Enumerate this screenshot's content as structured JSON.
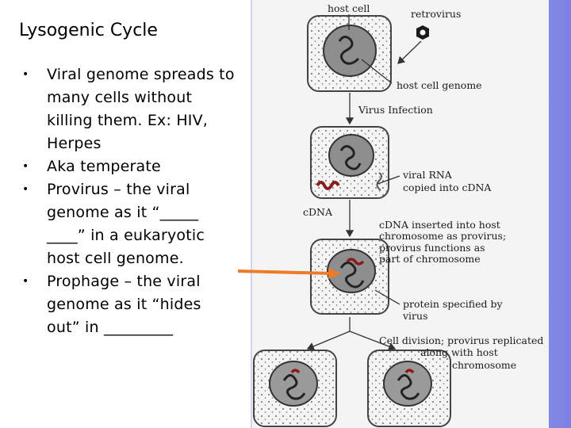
{
  "slide": {
    "title": "Lysogenic Cycle",
    "bullets": [
      "Viral genome spreads to many cells without killing them. Ex:  HIV, Herpes",
      "Aka temperate",
      "Provirus – the viral genome as it “_____ ____” in a eukaryotic host cell genome.",
      "Prophage – the viral genome as it “hides out” in _________"
    ]
  },
  "figure": {
    "labels": {
      "host_cell": "host cell",
      "retrovirus": "retrovirus",
      "host_cell_genome": "host cell genome",
      "virus_infection": "Virus Infection",
      "viral_rna_1": "viral RNA",
      "viral_rna_2": "copied into cDNA",
      "cdna": "cDNA",
      "inserted_1": "cDNA inserted into host",
      "inserted_2": "chromosome as provirus;",
      "inserted_3": "provirus functions as",
      "inserted_4": "part of chromosome",
      "protein_1": "protein specified by",
      "protein_2": "virus",
      "division_1": "Cell division; provirus replicated",
      "division_2": "along with host",
      "division_3": "chromosome"
    }
  },
  "colors": {
    "annotation_arrow": "#ee7b2a",
    "background_gradient": [
      "#cfd4f6",
      "#7b82e2"
    ],
    "viral_dna": "#8b1a1a"
  }
}
